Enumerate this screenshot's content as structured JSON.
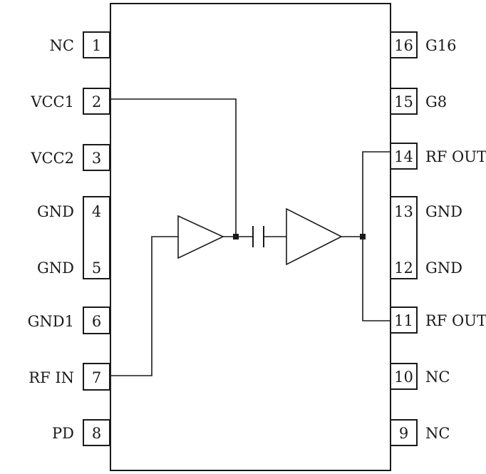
{
  "left_pins": [
    {
      "number": "1",
      "label": "NC"
    },
    {
      "number": "2",
      "label": "VCC1"
    },
    {
      "number": "3",
      "label": "VCC2"
    },
    {
      "number": "4",
      "label": "GND"
    },
    {
      "number": "5",
      "label": "GND"
    },
    {
      "number": "6",
      "label": "GND1"
    },
    {
      "number": "7",
      "label": "RF IN"
    },
    {
      "number": "8",
      "label": "PD"
    }
  ],
  "right_pins": [
    {
      "number": "16",
      "label": "G16"
    },
    {
      "number": "15",
      "label": "G8"
    },
    {
      "number": "14",
      "label": "RF OUT"
    },
    {
      "number": "13",
      "label": "GND"
    },
    {
      "number": "12",
      "label": "GND"
    },
    {
      "number": "11",
      "label": "RF OUT"
    },
    {
      "number": "10",
      "label": "NC"
    },
    {
      "number": "9",
      "label": "NC"
    }
  ],
  "components": [
    {
      "name": "amplifier",
      "role": "first stage"
    },
    {
      "name": "capacitor",
      "role": "coupling"
    },
    {
      "name": "amplifier",
      "role": "second stage"
    }
  ],
  "colors": {
    "line": "#1a1a1a",
    "background": "#ffffff"
  }
}
